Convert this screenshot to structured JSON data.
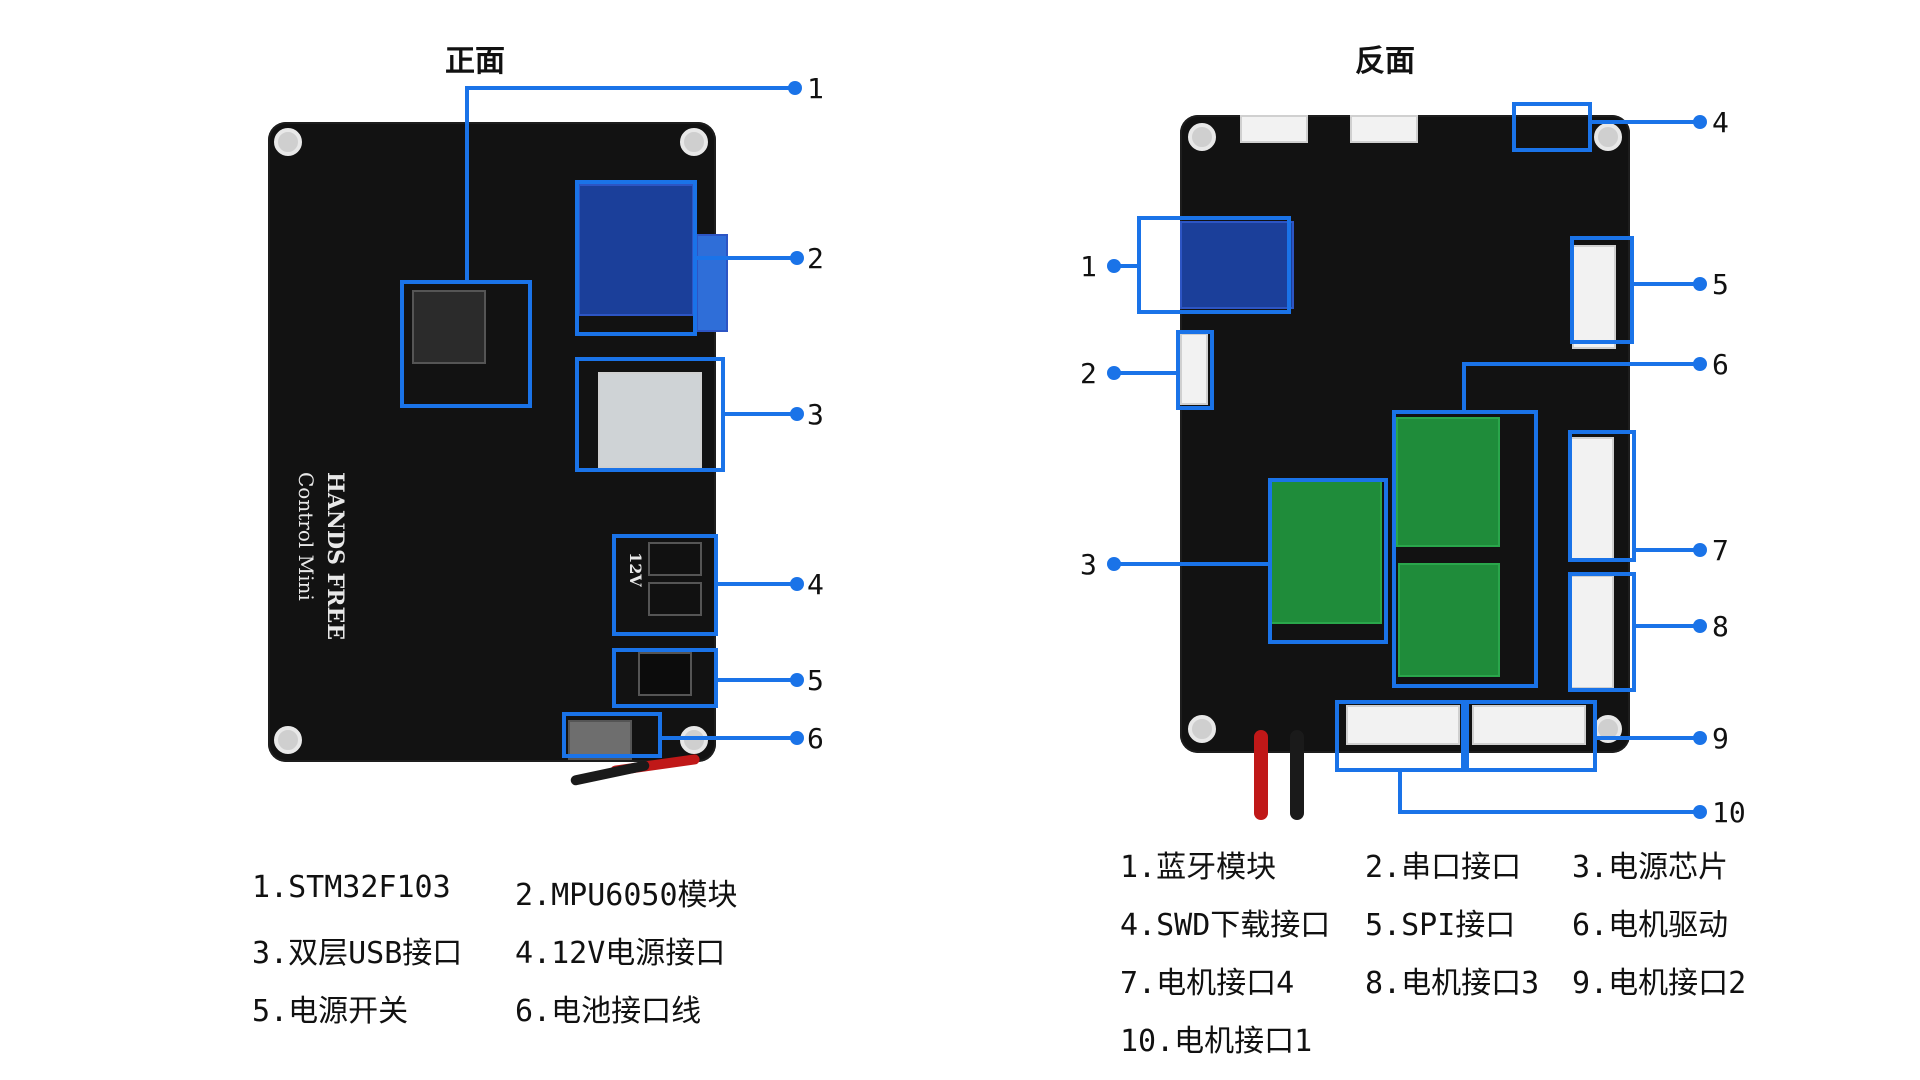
{
  "front": {
    "title": "正面",
    "callouts": [
      "1",
      "2",
      "3",
      "4",
      "5",
      "6"
    ],
    "silkscreen": {
      "brand": "HANDS FREE",
      "model": "Control Mini",
      "voltage": "12V"
    }
  },
  "back": {
    "title": "反面",
    "callouts_left": [
      "1",
      "2",
      "3"
    ],
    "callouts_right": [
      "4",
      "5",
      "6",
      "7",
      "8",
      "9",
      "10"
    ]
  },
  "front_legend": [
    "1.STM32F103",
    "2.MPU6050模块",
    "3.双层USB接口",
    "4.12V电源接口",
    "5.电源开关",
    "6.电池接口线"
  ],
  "back_legend": [
    "1.蓝牙模块",
    "2.串口接口",
    "3.电源芯片",
    "4.SWD下载接口",
    "5.SPI接口",
    "6.电机驱动",
    "7.电机接口4",
    "8.电机接口3",
    "9.电机接口2",
    "10.电机接口1"
  ],
  "colors": {
    "accent": "#1a73e8",
    "board": "#121212",
    "module_blue": "#1b3f9a",
    "module_green": "#1f8c3a"
  }
}
